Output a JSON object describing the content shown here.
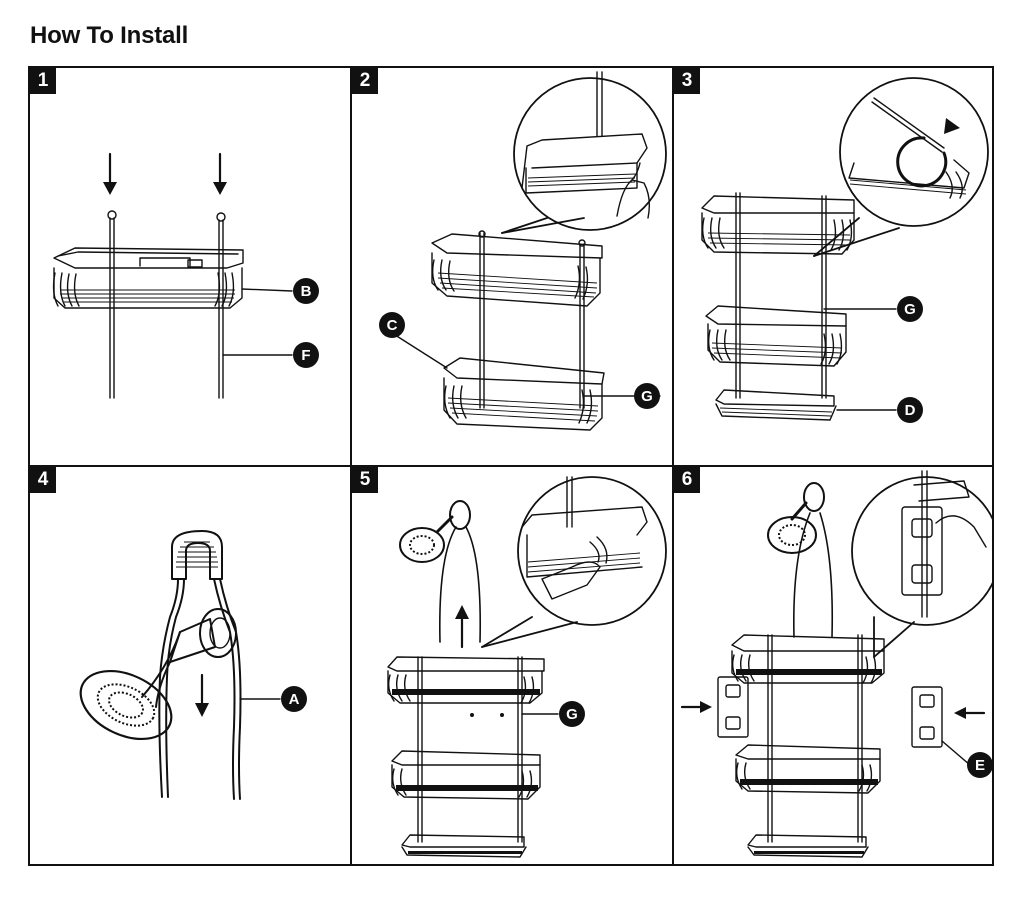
{
  "title": "How To Install",
  "panels": [
    {
      "step": "1",
      "callouts": [
        "B",
        "F"
      ]
    },
    {
      "step": "2",
      "callouts": [
        "C",
        "G"
      ]
    },
    {
      "step": "3",
      "callouts": [
        "G",
        "D"
      ]
    },
    {
      "step": "4",
      "callouts": [
        "A"
      ]
    },
    {
      "step": "5",
      "callouts": [
        "G"
      ]
    },
    {
      "step": "6",
      "callouts": [
        "E"
      ]
    }
  ]
}
